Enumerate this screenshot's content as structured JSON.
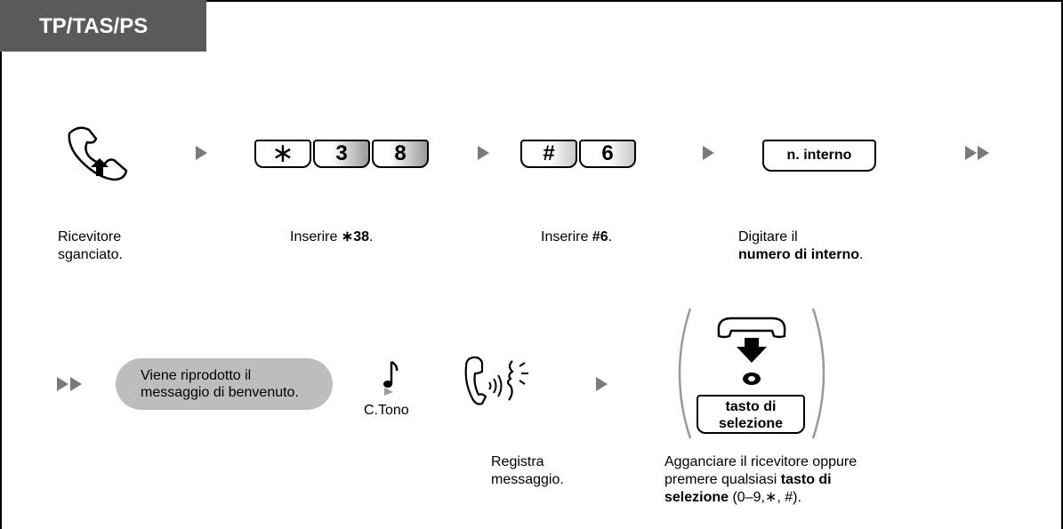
{
  "header": {
    "title": "TP/TAS/PS"
  },
  "colors": {
    "tab_bg": "#5a5a5a",
    "arrow_gray": "#7a7a7a",
    "pill_bg": "#bdbdbd"
  },
  "step1": {
    "caption_line1": "Ricevitore",
    "caption_line2": "sganciato."
  },
  "step2": {
    "keys": [
      "∗",
      "3",
      "8"
    ],
    "caption_prefix": "Inserire ",
    "caption_code": "∗38",
    "caption_suffix": "."
  },
  "step3": {
    "keys": [
      "#",
      "6"
    ],
    "caption_prefix": "Inserire ",
    "caption_code": "#6",
    "caption_suffix": "."
  },
  "step4": {
    "key_label": "n. interno",
    "caption_line1": "Digitare il",
    "caption_line2_bold": "numero di interno",
    "caption_line2_suffix": "."
  },
  "step5": {
    "pill_line1": "Viene riprodotto il",
    "pill_line2": "messaggio di benvenuto."
  },
  "step6": {
    "tone_label": "C.Tono"
  },
  "step7": {
    "caption_line1": "Registra",
    "caption_line2": "messaggio."
  },
  "step8": {
    "key_label_line1": "tasto di",
    "key_label_line2": "selezione",
    "caption_line1": "Agganciare il ricevitore oppure",
    "caption_line2_prefix": "premere qualsiasi ",
    "caption_line2_bold": "tasto di",
    "caption_line3_bold": "selezione",
    "caption_line3_suffix": " (0–9,∗, #)."
  }
}
